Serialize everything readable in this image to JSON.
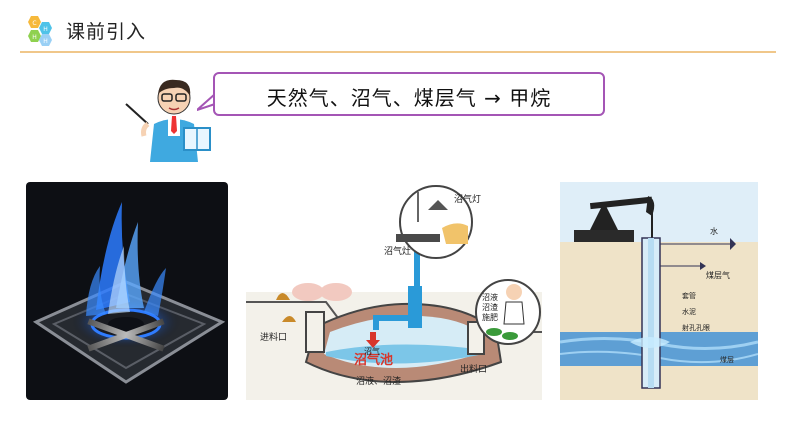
{
  "header": {
    "title": "课前引入",
    "logo_letters": [
      "C",
      "H",
      "H",
      "H"
    ]
  },
  "bubble": {
    "text": "天然气、沼气、煤层气 → 甲烷"
  },
  "biogas_diagram": {
    "lamp": "沼气灯",
    "stove": "沼气灶",
    "feed_inlet": "进料口",
    "tank": "沼气池",
    "gas": "沼气",
    "residue": "沼液、沼渣",
    "outlet": "出料口",
    "fertilizer_lines": [
      "沼液",
      "沼渣",
      "施肥"
    ]
  },
  "coalbed_diagram": {
    "water": "水",
    "coalbed_gas": "煤层气",
    "casing": "套管",
    "cement": "水泥",
    "perforation": "射孔孔眼",
    "coal_seam": "煤层"
  },
  "colors": {
    "accent_purple": "#a455b5",
    "title_line": "#f0c78a",
    "tank_red": "#d8362b",
    "flame_blue": "#2d7bff"
  }
}
